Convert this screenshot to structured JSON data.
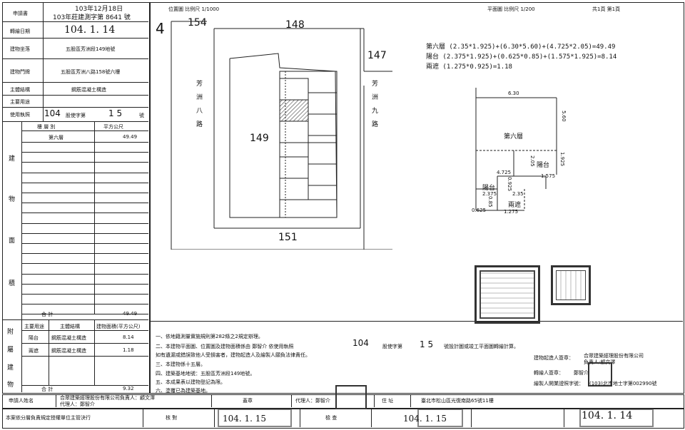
{
  "left_table": {
    "row_labels": [
      "申請書",
      "轉繪日期",
      "建物坐落",
      "建物門牌",
      "主體結構",
      "主要用途",
      "使用執照"
    ],
    "application_date": "103年12月18日",
    "application_no": "103年莊建測字第 8641 號",
    "transfer_date": "104. 1. 14",
    "building_site": "五股區芳洲段149地號",
    "building_address": "五股區芳洲八路158號六樓",
    "structure": "鋼筋混凝土構造",
    "usage": "",
    "license_year": "104",
    "license_label": "股使字第",
    "license_no": "1 5",
    "license_suffix": "號",
    "building_area_label": [
      "建",
      "物",
      "面",
      "積"
    ],
    "header_floor": "樓 層 別",
    "header_area": "平方公尺",
    "floor_name": "第六層",
    "floor_area": "49.49",
    "total_label": "合   計",
    "total_area": "49.49",
    "annex_label": [
      "附",
      "屬",
      "建",
      "物"
    ],
    "annex_headers": [
      "主要用途",
      "主體結構",
      "建物面積(平方公尺)"
    ],
    "annex_rows": [
      {
        "use": "陽台",
        "structure": "鋼筋混凝土構造",
        "area": "8.14"
      },
      {
        "use": "兩遮",
        "structure": "鋼筋混凝土構造",
        "area": "1.18"
      }
    ],
    "annex_total_label": "合   計",
    "annex_total": "9.32"
  },
  "location_map": {
    "title": "位置圖  比例尺 1/1000",
    "north": "4",
    "lot_154": "154",
    "lot_148": "148",
    "lot_147": "147",
    "lot_149": "149",
    "lot_151": "151",
    "road_left": "芳洲八路",
    "road_right": "芳洲九路"
  },
  "floor_plan": {
    "title": "平面圖  比例尺 1/200",
    "page": "共1頁 第1頁",
    "formula_1": "第六層 (2.35*1.925)+(6.30*5.60)+(4.725*2.05)=49.49",
    "formula_2": "陽台 (2.375*1.925)+(0.625*0.85)+(1.575*1.925)=8.14",
    "formula_3": "兩遮 (1.275*0.925)=1.18",
    "dim_top": "6.30",
    "dim_right": "5.60",
    "room_label": "第六層",
    "balcony_label": "陽台",
    "dim_4725": "4.725",
    "dim_205": "2.05",
    "dim_1925": "1.925",
    "dim_575": "1.575",
    "balcony2_label": "陽台",
    "dim_2375": "2.375",
    "dim_235": "2.35",
    "dim_0925": "0.925",
    "dim_085": "0.85",
    "dim_0625": "0.625",
    "dim_1275": "1.275",
    "eaves_label": "兩遮"
  },
  "notes": [
    "一、依地籍測量實施規則第282條之2規定辦理。",
    "二、本建物平面圖、位置圖及建物面積係由 鄭智介 依使用執照",
    "    如有遺漏或錯誤致他人受損害者，建物起造人及繪製人願負法律責任。",
    "三、本建物係十五層。",
    "四、建築基地地號：五股區芳洲段149地號。",
    "五、本成果表以建物登記為限。",
    "六、塗覆已為建築基地。"
  ],
  "note_license": "104",
  "note_license_text": "股使字第",
  "note_license_no": "1 5",
  "note_license_tail": "號設計圖或竣工平面圖轉繪計算。",
  "signatures": {
    "applicant_label": "建物起造人簽章：",
    "applicant_name": "合眾建築經理股份有限公司",
    "applicant_sub": "負責人:顧文澤",
    "drafter_label": "轉繪人簽章：",
    "drafter_name": "鄭智介",
    "cert_label": "繪製人開業證照字號：",
    "cert_no": "(103)北市地士字第002990號"
  },
  "bottom": {
    "applicant_label": "申請人姓名",
    "applicant": "合眾建築經理股份有限公司負責人：顧文澤",
    "agent_line": "代理人：鄭智介",
    "seal_label": "蓋章",
    "agent_label": "代理人：鄭智介",
    "address_label": "住 址",
    "address": "臺北市松山區光復南路65號11樓",
    "office_label": "本案依分層負責規定授權單位主管決行",
    "check_label": "核 對",
    "check_date": "104. 1. 15",
    "check2_label": "檢 查",
    "check2_date": "104. 1. 15",
    "approve_date": "104. 1. 14"
  }
}
